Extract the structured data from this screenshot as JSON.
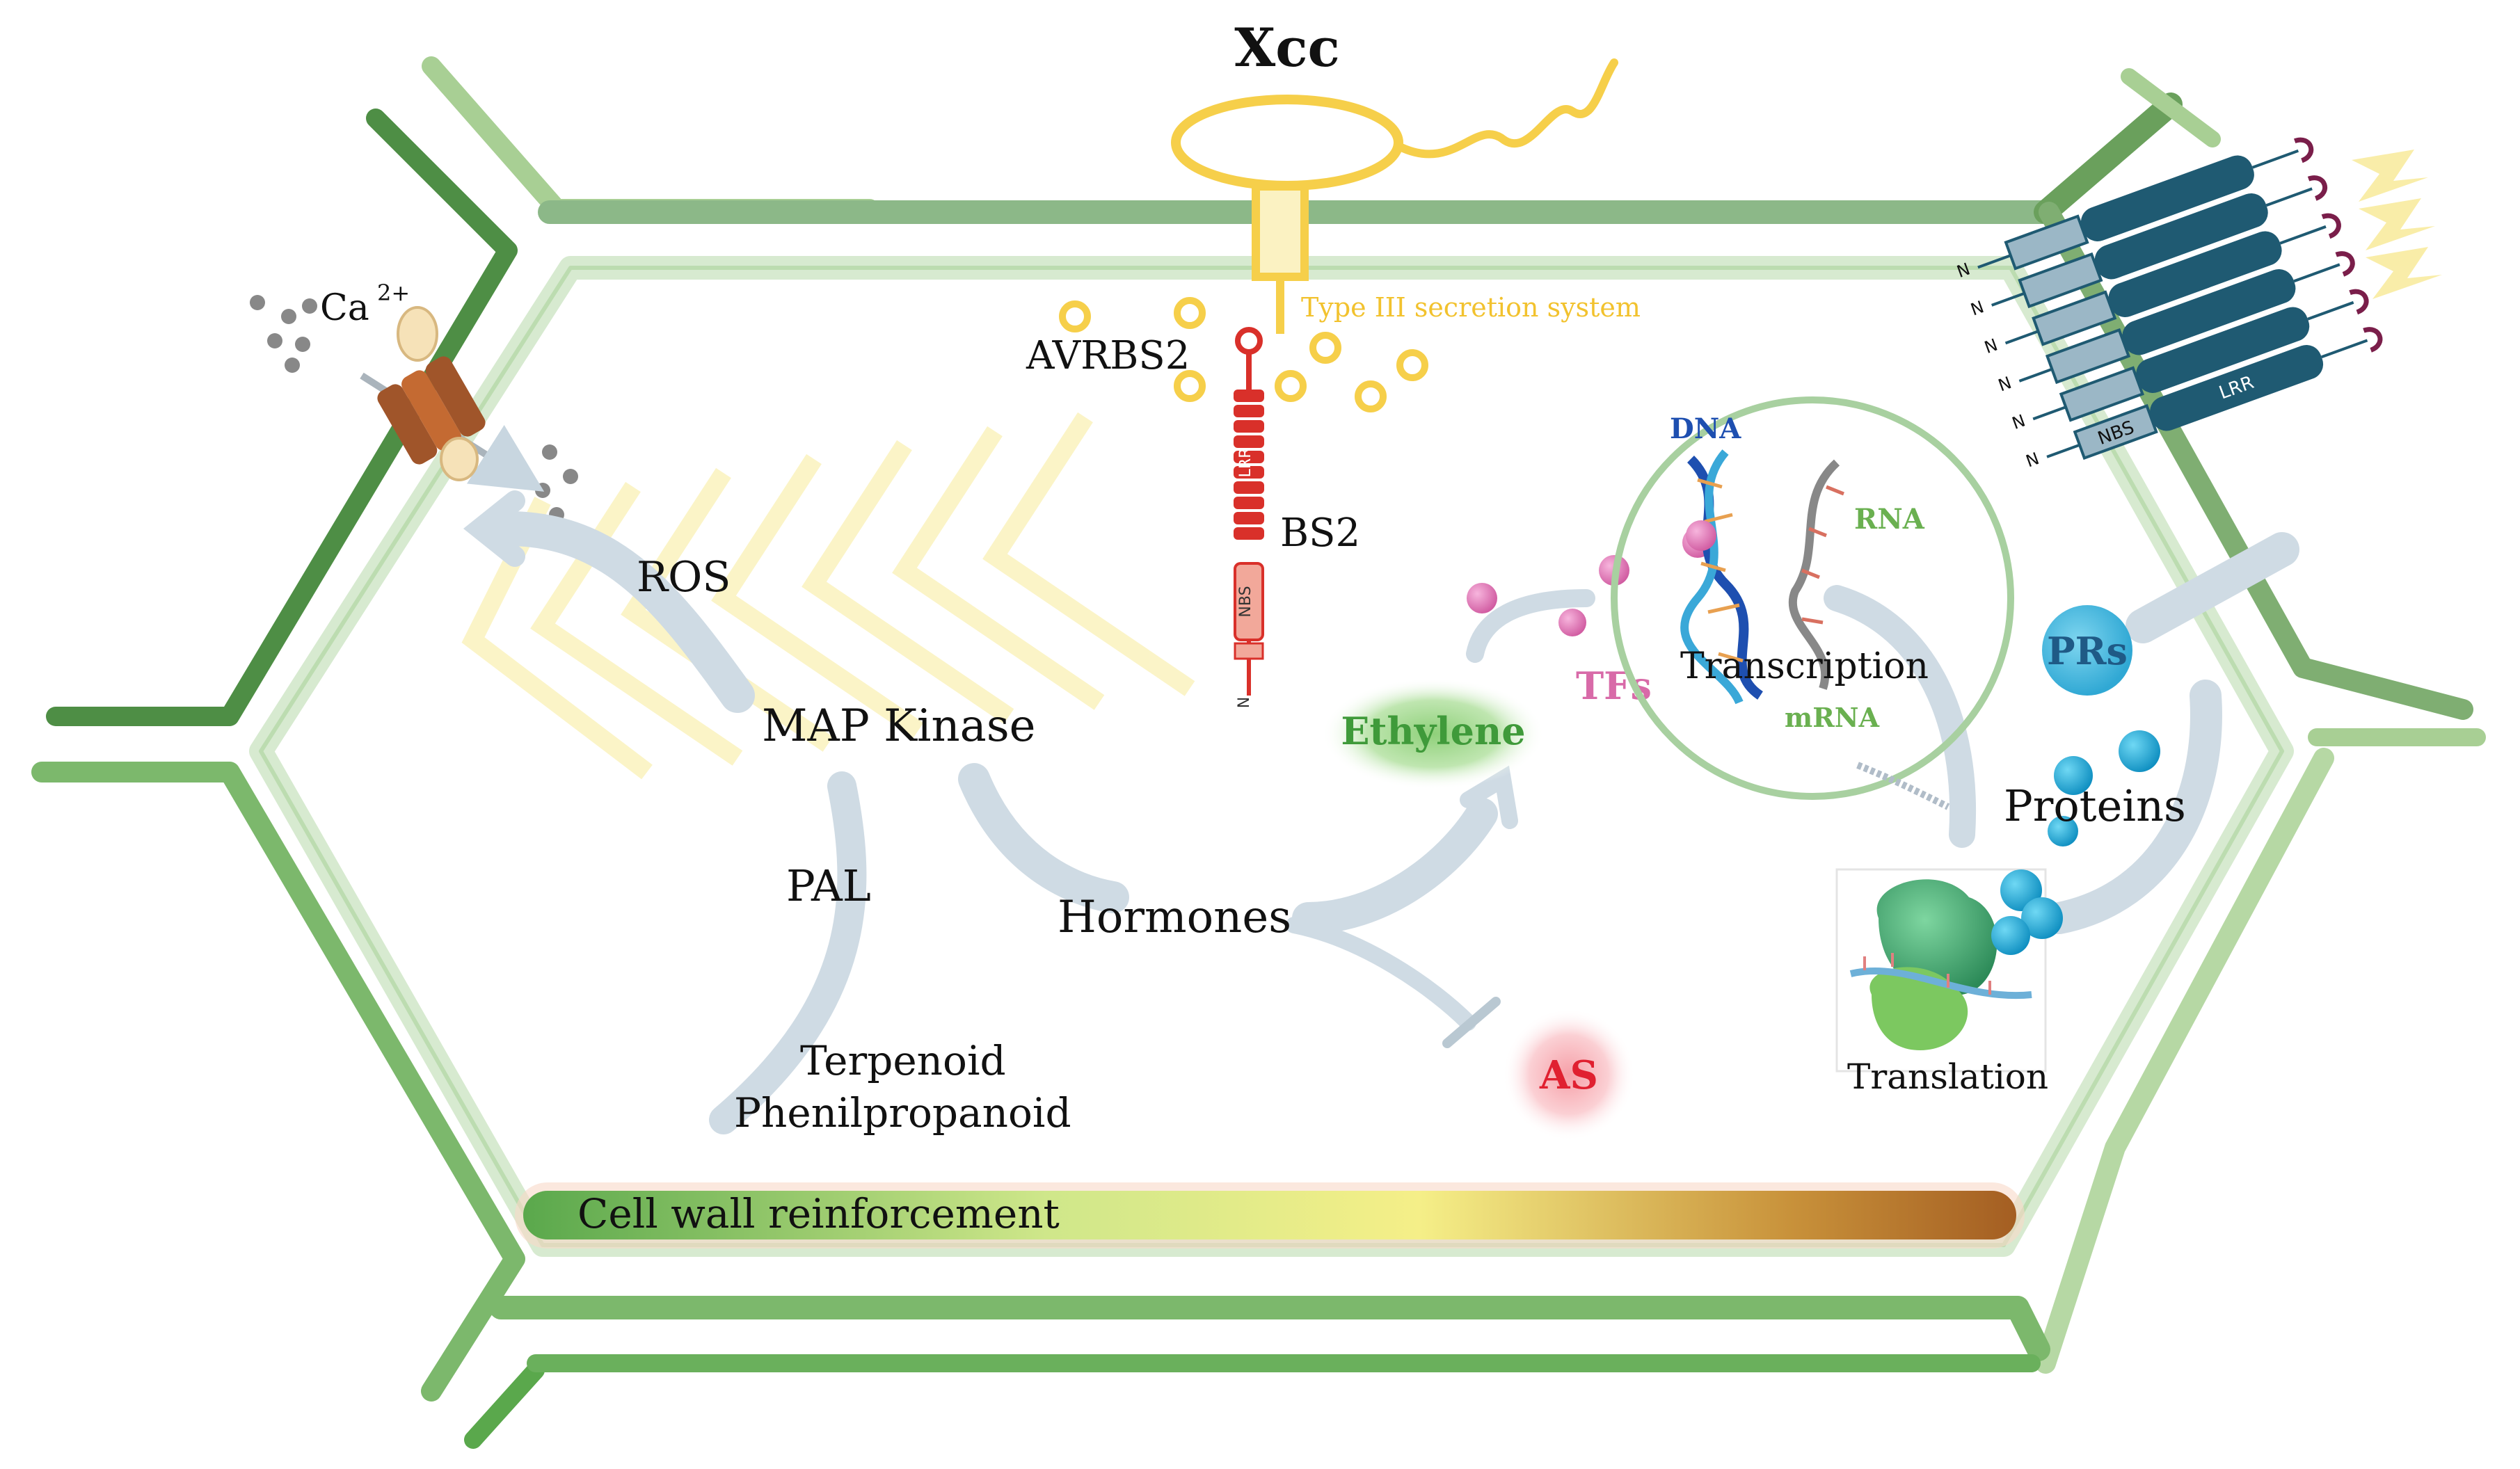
{
  "labels": {
    "xcc": "Xcc",
    "t3ss": "Type III  secretion system",
    "calcium": "Ca",
    "calcium_sup": "2+",
    "avrbs2": "AVRBS2",
    "bs2": "BS2",
    "ros": "ROS",
    "map_kinase": "MAP Kinase",
    "pal": "PAL",
    "hormones": "Hormones",
    "terpenoid": "Terpenoid",
    "phenilpropanoid": "Phenilpropanoid",
    "ethylene": "Ethylene",
    "tfs": "TFs",
    "as": "AS",
    "dna": "DNA",
    "rna": "RNA",
    "mrna": "mRNA",
    "transcription": "Transcription",
    "translation": "Translation",
    "proteins": "Proteins",
    "prs": "PRs",
    "cell_wall": "Cell wall reinforcement",
    "lrr": "LRR",
    "nbs": "NBS",
    "n_terminal": "N"
  },
  "colors": {
    "wall_dark": "#5e9a56",
    "wall_light": "#b8d8a8",
    "bacteria": "#f6cf4a",
    "bs2_red": "#d9302a",
    "ethylene_green": "#3f9a3a",
    "tfs_pink": "#d86aa8",
    "as_red": "#e02030",
    "pr_blue": "#34b4dc",
    "dna_blue": "#1e4fb0",
    "rna_green": "#6ab050",
    "receptor_teal": "#1f5a72"
  }
}
